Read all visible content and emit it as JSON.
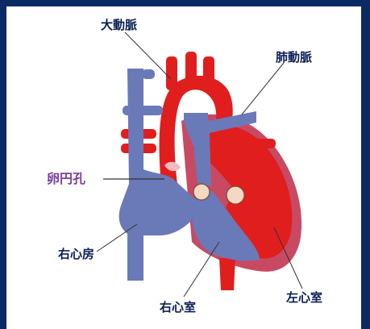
{
  "labels": {
    "aorta": "大動脈",
    "pulmonary_artery": "肺動脈",
    "foramen_ovale": "卵円孔",
    "right_atrium": "右心房",
    "right_ventricle": "右心室",
    "left_ventricle": "左心室"
  },
  "colors": {
    "frame": "#0b2a63",
    "oxygenated": "#e01e1e",
    "deoxygenated": "#6a79b8",
    "muscle": "#c84a62",
    "label_text": "#0b1f55",
    "highlight_label": "#7a3fa0"
  }
}
